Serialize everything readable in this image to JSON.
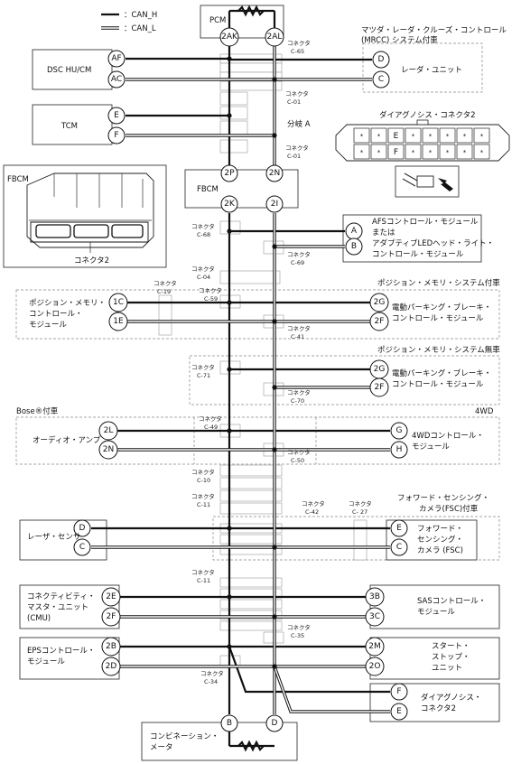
{
  "legend": {
    "can_h": "：CAN_H",
    "can_l": "：CAN_L"
  },
  "pcm": {
    "label": "PCM",
    "pin_h": "2AK",
    "pin_l": "2AL"
  },
  "mrcc": {
    "title": "マツダ・レーダ・クルーズ・コントロール(MRCC) システム付車",
    "title1": "マツダ・レーダ・クルーズ・コントロール",
    "title2": "(MRCC) システム付車",
    "label": "レーダ・ユニット",
    "pin_h": "D",
    "pin_l": "C"
  },
  "dsc": {
    "label": "DSC HU/CM",
    "pin_h": "AF",
    "pin_l": "AC"
  },
  "tcm": {
    "label": "TCM",
    "pin_h": "E",
    "pin_l": "F"
  },
  "branch_a": "分岐 A",
  "dlc": {
    "title": "ダイアグノシス・コネクタ2",
    "pin_e": "E",
    "pin_f": "F",
    "star": "*"
  },
  "fbcm_inset": {
    "title": "FBCM",
    "caption": "コネクタ2"
  },
  "fbcm": {
    "label": "FBCM",
    "pin_h_in": "2P",
    "pin_l_in": "2N",
    "pin_h_out": "2K",
    "pin_l_out": "2I"
  },
  "afs": {
    "line1": "AFSコントロール・モジュール",
    "line2": "または",
    "line3": "アダプティブLEDヘッド・ライト・",
    "line4": "コントロール・モジュール",
    "pin_h": "A",
    "pin_l": "B"
  },
  "psm_with": {
    "title": "ポジション・メモリ・システム付車",
    "left1": "ポジション・メモリ・",
    "left2": "コントロール・",
    "left3": "モジュール",
    "left_pin_h": "1C",
    "left_pin_l": "1E",
    "right1": "電動パーキング・ブレーキ・",
    "right2": "コントロール・モジュール",
    "right_pin_h": "2G",
    "right_pin_l": "2F"
  },
  "psm_without": {
    "title": "ポジション・メモリ・システム無車",
    "right1": "電動パーキング・ブレーキ・",
    "right2": "コントロール・モジュール",
    "pin_h": "2G",
    "pin_l": "2F"
  },
  "bose": {
    "title": "Bose®付車",
    "label": "オーディオ・アンプ",
    "pin_h": "2L",
    "pin_l": "2N"
  },
  "awd": {
    "title": "4WD",
    "line1": "4WDコントロール・",
    "line2": "モジュール",
    "pin_h": "G",
    "pin_l": "H"
  },
  "fsc": {
    "title1": "フォワード・センシング・",
    "title2": "カメラ(FSC)付車",
    "left": "レーザ・センサ",
    "left_pin_h": "D",
    "left_pin_l": "C",
    "right1": "フォワード・",
    "right2": "センシング・",
    "right3": "カメラ (FSC)",
    "right_pin_h": "E",
    "right_pin_l": "C"
  },
  "cmu": {
    "line1": "コネクティビティ・",
    "line2": "マスタ・ユニット",
    "line3": "(CMU)",
    "pin_h": "2E",
    "pin_l": "2F"
  },
  "sas": {
    "line1": "SASコントロール・",
    "line2": "モジュール",
    "pin_h": "3B",
    "pin_l": "3C"
  },
  "eps": {
    "line1": "EPSコントロール・",
    "line2": "モジュール",
    "pin_h": "2B",
    "pin_l": "2D"
  },
  "sss": {
    "line1": "スタート・",
    "line2": "ストップ・",
    "line3": "ユニット",
    "pin_h": "2M",
    "pin_l": "2O"
  },
  "dlc2": {
    "line1": "ダイアグノシス・",
    "line2": "コネクタ2",
    "pin_f": "F",
    "pin_e": "E"
  },
  "meter": {
    "line1": "コンビネーション・",
    "line2": "メータ",
    "pin_h": "B",
    "pin_l": "D"
  },
  "connectors": {
    "word": "コネクタ",
    "c65": "C-65",
    "c01a": "C-01",
    "c01b": "C-01",
    "c68": "C-68",
    "c69": "C-69",
    "c04": "C-04",
    "c19": "C-19",
    "c59": "C-59",
    "c41": "C-41",
    "c71": "C-71",
    "c70": "C-70",
    "c49": "C-49",
    "c50": "C-50",
    "c10": "C-10",
    "c11a": "C-11",
    "c42": "C-42",
    "c27": "C- 27",
    "c11b": "C-11",
    "c35": "C-35",
    "c34": "C-34"
  }
}
